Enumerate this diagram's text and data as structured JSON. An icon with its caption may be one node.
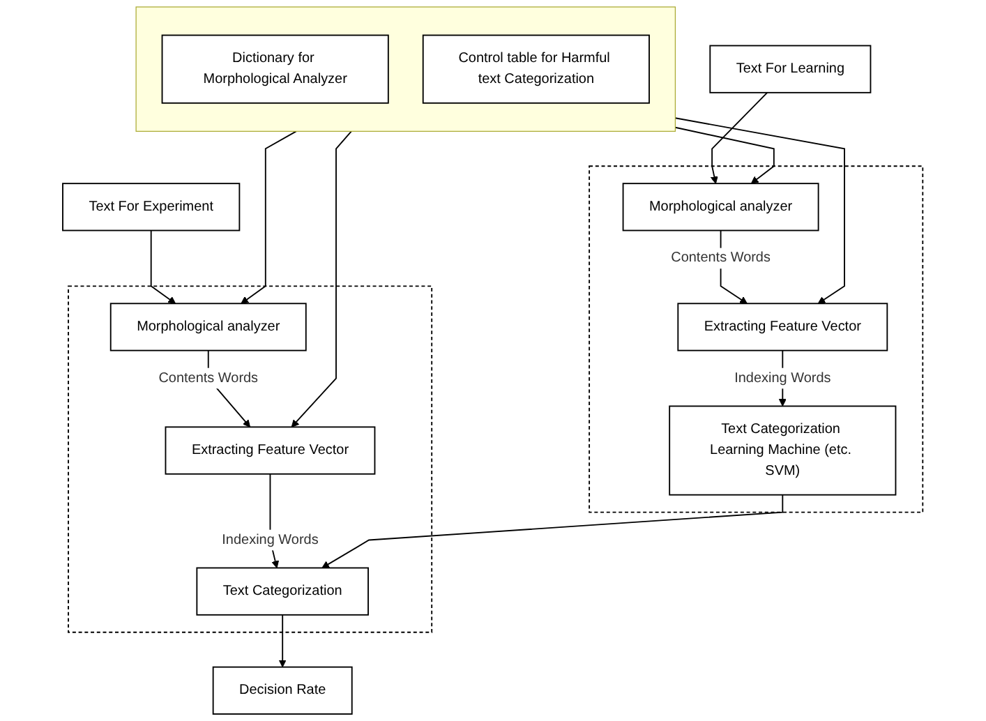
{
  "diagram": {
    "nodes": [
      {
        "text": [
          "Text For Learning"
        ]
      },
      {
        "text": [],
        "shape": "box"
      },
      {
        "text": [
          "Morphological analyzer"
        ],
        "in": 1
      },
      {
        "text": [
          "Extracting Feature Vector"
        ],
        "in": 1
      },
      {
        "text": [
          "Text Categorization Learning Machine (etc. SVM)"
        ],
        "in": 1
      },
      {
        "text": [],
        "shape": "box"
      },
      {
        "text": [
          "Dictionary for Morphological Analyzer"
        ],
        "in": 5
      },
      {
        "text": [
          "Control table for Harmful text Categorization"
        ],
        "in": 5
      },
      {
        "text": [
          "Text For Experiment"
        ]
      },
      {
        "text": [],
        "shape": "box"
      },
      {
        "text": [
          "Morphological analyzer"
        ],
        "in": 9
      },
      {
        "text": [
          "Extracting Feature Vector"
        ],
        "in": 9
      },
      {
        "text": [
          "Text Categorization"
        ],
        "in": 9
      },
      {
        "text": [
          "Decision Rate"
        ]
      }
    ],
    "edges": [
      {
        "from": 0,
        "to": 2,
        "arrow": "to"
      },
      {
        "from": 2,
        "to": 3,
        "arrow": "to",
        "label": "Contents Words"
      },
      {
        "from": 3,
        "to": 4,
        "arrow": "to",
        "label": "Indexing Words"
      },
      {
        "from": 5,
        "to": 2,
        "arrow": "to"
      },
      {
        "from": 5,
        "to": 3,
        "arrow": "to"
      },
      {
        "from": 5,
        "to": 10,
        "arrow": "to"
      },
      {
        "from": 5,
        "to": 11,
        "arrow": "to"
      },
      {
        "from": 8,
        "to": 10,
        "arrow": "to"
      },
      {
        "from": 10,
        "to": 11,
        "arrow": "to",
        "label": "Contents Words"
      },
      {
        "from": 11,
        "to": 12,
        "arrow": "to",
        "label": "Indexing Words"
      },
      {
        "from": 4,
        "to": 12,
        "arrow": "to"
      },
      {
        "from": 12,
        "to": 13,
        "arrow": "to"
      }
    ]
  }
}
